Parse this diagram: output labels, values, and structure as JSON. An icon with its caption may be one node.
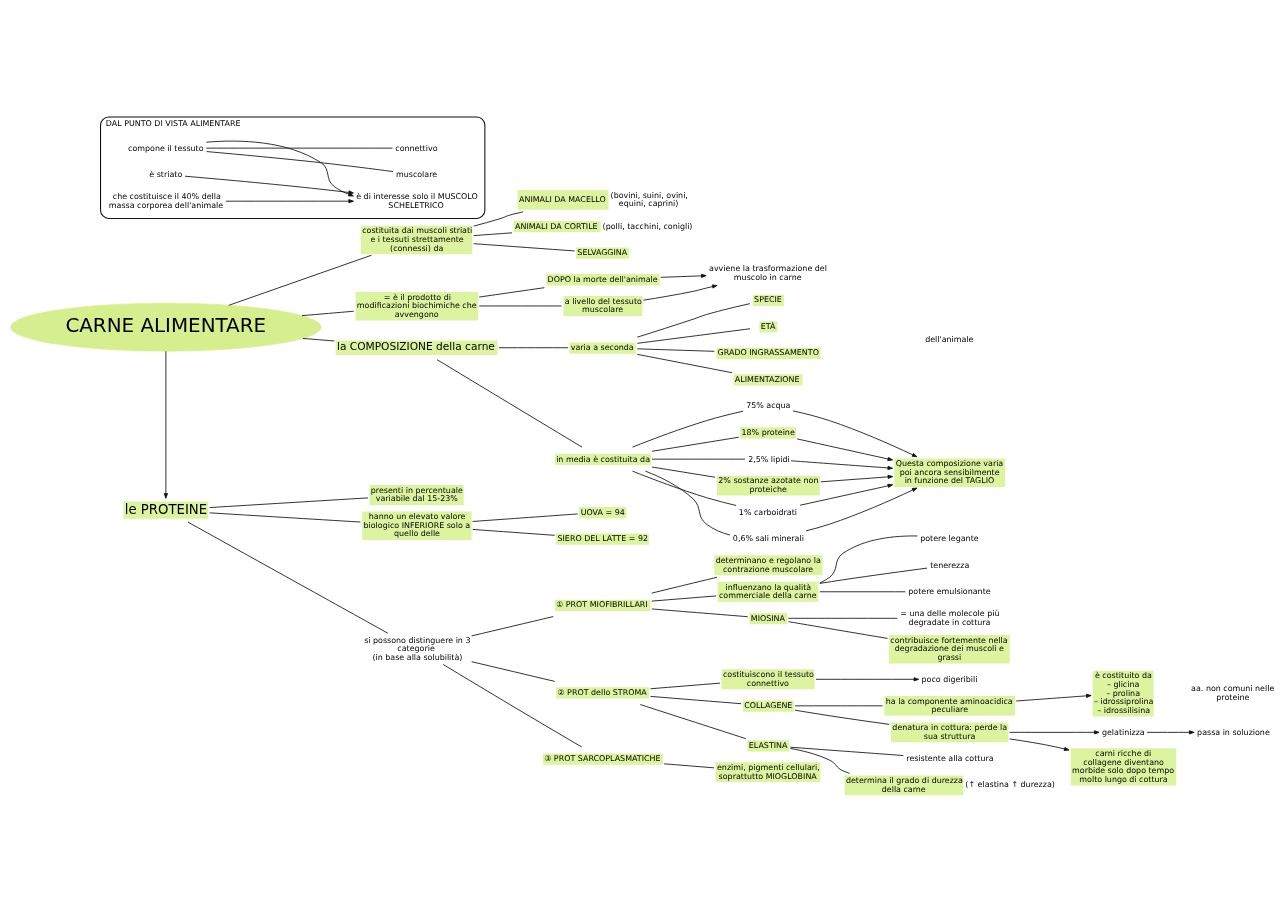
{
  "diagram": {
    "nodes": [
      {
        "text": [
          "CARNE ALIMENTARE"
        ]
      },
      {
        "text": [
          "costituita dai muscoli striati e i tessuti strettamente (connessi) da"
        ]
      },
      {
        "text": [
          "ANIMALI DA MACELLO"
        ],
        "beside": [
          "(bovini, suini, ovini, equini, caprini)"
        ]
      },
      {
        "text": [
          "ANIMALI DA CORTILE"
        ],
        "beside": [
          "(polli, tacchini, conigli)"
        ]
      },
      {
        "text": [
          "SELVAGGINA"
        ]
      },
      {
        "text": [
          "= è il prodotto di modificazioni biochimiche che avvengono"
        ]
      },
      {
        "text": [
          "DOPO la morte dell'animale"
        ]
      },
      {
        "text": [
          "a livello del tessuto muscolare"
        ]
      },
      {
        "text": [
          "avviene la trasformazione del muscolo in carne"
        ]
      },
      {
        "text": [
          "DAL PUNTO DI VISTA ALIMENTARE"
        ]
      },
      {
        "text": [
          "è di interesse solo il MUSCOLO SCHELETRICO"
        ],
        "in": 9
      },
      {
        "text": [
          "è striato"
        ],
        "in": 9
      },
      {
        "text": [
          "compone il tessuto"
        ],
        "in": 9
      },
      {
        "text": [
          "muscolare"
        ],
        "in": 9
      },
      {
        "text": [
          "connettivo"
        ],
        "in": 9
      },
      {
        "text": [
          "che costituisce il 40% della massa corporea dell'animale"
        ],
        "in": 9
      },
      {
        "text": [
          "la COMPOSIZIONE della carne"
        ]
      },
      {
        "text": [
          "varia a seconda"
        ]
      },
      {
        "text": [
          "SPECIE"
        ]
      },
      {
        "text": [
          "ETÀ"
        ]
      },
      {
        "text": [
          "GRADO INGRASSAMENTO"
        ]
      },
      {
        "text": [
          "ALIMENTAZIONE"
        ]
      },
      {
        "text": [
          "in media è costituita da"
        ]
      },
      {
        "text": [
          "75% acqua"
        ]
      },
      {
        "text": [
          "18% proteine"
        ]
      },
      {
        "text": [
          "2,5% lipidi"
        ]
      },
      {
        "text": [
          "2% sostanze azotate non proteiche"
        ]
      },
      {
        "text": [
          "1% carboidrati"
        ]
      },
      {
        "text": [
          "0,6% sali minerali"
        ]
      },
      {
        "text": [
          "Questa composizione varia poi ancora sensibilmente in funzione del TAGLIO"
        ]
      },
      {
        "text": [
          "le PROTEINE"
        ]
      },
      {
        "text": [
          "presenti in percentuale variabile dal 15-23%"
        ]
      },
      {
        "text": [
          "hanno un elevato valore biologico INFERIORE solo a quello delle"
        ]
      },
      {
        "text": [
          "UOVA = 94"
        ]
      },
      {
        "text": [
          "SIERO DEL LATTE = 92"
        ]
      },
      {
        "text": [
          "si possono distinguere in 3 categorie",
          "(in base alla solubilità)"
        ]
      },
      {
        "text": [
          "① PROT MIOFIBRILLARI"
        ]
      },
      {
        "text": [
          "determinano e regolano la contrazione muscolare"
        ]
      },
      {
        "text": [
          "influenzano la qualità commerciale della carne"
        ]
      },
      {
        "text": [
          "potere legante"
        ]
      },
      {
        "text": [
          "tenerezza"
        ]
      },
      {
        "text": [
          "potere emulsionante"
        ]
      },
      {
        "text": [
          "MIOSINA"
        ]
      },
      {
        "text": [
          "= una delle molecole più degradate in cottura"
        ]
      },
      {
        "text": [
          "contribuisce fortemente nella degradazione dei muscoli e grassi"
        ]
      },
      {
        "text": [
          "② PROT dello STROMA"
        ]
      },
      {
        "text": [
          "costituiscono il tessuto connettivo"
        ]
      },
      {
        "text": [
          "poco digeribili"
        ]
      },
      {
        "text": [
          "COLLAGENE"
        ]
      },
      {
        "text": [
          "ha la componente aminoacidica peculiare"
        ]
      },
      {
        "text": [
          "è costituito da",
          "– glicina",
          "– prolina",
          "– idrossiprolina",
          "– idrossilisina"
        ]
      },
      {
        "text": [
          "denatura in cottura: perde la sua struttura"
        ]
      },
      {
        "text": [
          "gelatinizza"
        ]
      },
      {
        "text": [
          "passa in soluzione"
        ]
      },
      {
        "text": [
          "carni ricche di collagene diventano morbide solo dopo tempo molto lungo di cottura"
        ]
      },
      {
        "text": [
          "ELASTINA"
        ]
      },
      {
        "text": [
          "resistente alla cottura"
        ]
      },
      {
        "text": [
          "determina il grado di durezza della carne"
        ],
        "beside": [
          "(↑ elastina ↑ durezza)"
        ]
      },
      {
        "text": [
          "③ PROT SARCOPLASMATICHE"
        ]
      },
      {
        "text": [
          "enzimi, pigmenti cellulari, soprattutto MIOGLOBINA"
        ]
      }
    ],
    "edges": [
      {
        "from": 0,
        "to": 1,
        "arrow": "none"
      },
      {
        "from": 0,
        "to": 5,
        "arrow": "none"
      },
      {
        "from": 0,
        "to": 16,
        "arrow": "none"
      },
      {
        "from": 0,
        "to": 30,
        "arrow": "to"
      },
      {
        "from": 1,
        "to": 2,
        "arrow": "none"
      },
      {
        "from": 1,
        "to": 3,
        "arrow": "none"
      },
      {
        "from": 1,
        "to": 4,
        "arrow": "none"
      },
      {
        "from": 5,
        "to": 6,
        "arrow": "none"
      },
      {
        "from": 5,
        "to": 7,
        "arrow": "none"
      },
      {
        "from": 6,
        "to": 8,
        "arrow": "to"
      },
      {
        "from": 7,
        "to": 8,
        "arrow": "to"
      },
      {
        "from": 11,
        "to": 10,
        "arrow": "to"
      },
      {
        "from": 12,
        "to": 10,
        "arrow": "to"
      },
      {
        "from": 15,
        "to": 10,
        "arrow": "to"
      },
      {
        "from": 12,
        "to": 13,
        "arrow": "none"
      },
      {
        "from": 12,
        "to": 14,
        "arrow": "none"
      },
      {
        "from": 16,
        "to": 17,
        "arrow": "none"
      },
      {
        "from": 16,
        "to": 22,
        "arrow": "none"
      },
      {
        "from": 17,
        "to": 18,
        "arrow": "none"
      },
      {
        "from": 17,
        "to": 19,
        "arrow": "none"
      },
      {
        "from": 17,
        "to": 20,
        "arrow": "none"
      },
      {
        "from": 17,
        "to": 21,
        "arrow": "none"
      },
      {
        "from": 22,
        "to": 23,
        "arrow": "none"
      },
      {
        "from": 22,
        "to": 24,
        "arrow": "none"
      },
      {
        "from": 22,
        "to": 25,
        "arrow": "none"
      },
      {
        "from": 22,
        "to": 26,
        "arrow": "none"
      },
      {
        "from": 22,
        "to": 27,
        "arrow": "none"
      },
      {
        "from": 22,
        "to": 28,
        "arrow": "none"
      },
      {
        "from": 23,
        "to": 29,
        "arrow": "to"
      },
      {
        "from": 24,
        "to": 29,
        "arrow": "to"
      },
      {
        "from": 25,
        "to": 29,
        "arrow": "to"
      },
      {
        "from": 26,
        "to": 29,
        "arrow": "to"
      },
      {
        "from": 27,
        "to": 29,
        "arrow": "to"
      },
      {
        "from": 28,
        "to": 29,
        "arrow": "to"
      },
      {
        "from": 30,
        "to": 31,
        "arrow": "none"
      },
      {
        "from": 30,
        "to": 32,
        "arrow": "none"
      },
      {
        "from": 30,
        "to": 35,
        "arrow": "none"
      },
      {
        "from": 32,
        "to": 33,
        "arrow": "none"
      },
      {
        "from": 32,
        "to": 34,
        "arrow": "none"
      },
      {
        "from": 35,
        "to": 36,
        "arrow": "none"
      },
      {
        "from": 35,
        "to": 45,
        "arrow": "none"
      },
      {
        "from": 35,
        "to": 58,
        "arrow": "none"
      },
      {
        "from": 36,
        "to": 37,
        "arrow": "none"
      },
      {
        "from": 36,
        "to": 38,
        "arrow": "none"
      },
      {
        "from": 36,
        "to": 42,
        "arrow": "none"
      },
      {
        "from": 38,
        "to": 39,
        "arrow": "none"
      },
      {
        "from": 38,
        "to": 40,
        "arrow": "none"
      },
      {
        "from": 38,
        "to": 41,
        "arrow": "none"
      },
      {
        "from": 42,
        "to": 43,
        "arrow": "none"
      },
      {
        "from": 42,
        "to": 44,
        "arrow": "none"
      },
      {
        "from": 45,
        "to": 46,
        "arrow": "none"
      },
      {
        "from": 46,
        "to": 47,
        "arrow": "to"
      },
      {
        "from": 45,
        "to": 48,
        "arrow": "none"
      },
      {
        "from": 45,
        "to": 55,
        "arrow": "none"
      },
      {
        "from": 48,
        "to": 49,
        "arrow": "none"
      },
      {
        "from": 49,
        "to": 50,
        "arrow": "to"
      },
      {
        "from": 48,
        "to": 51,
        "arrow": "none"
      },
      {
        "from": 51,
        "to": 52,
        "arrow": "to"
      },
      {
        "from": 52,
        "to": 53,
        "arrow": "to"
      },
      {
        "from": 51,
        "to": 54,
        "arrow": "to"
      },
      {
        "from": 55,
        "to": 56,
        "arrow": "none"
      },
      {
        "from": 55,
        "to": 57,
        "arrow": "none"
      },
      {
        "from": 58,
        "to": 59,
        "arrow": "none"
      }
    ],
    "labels": [
      "dell'animale",
      "aa. non comuni nelle proteine"
    ]
  }
}
